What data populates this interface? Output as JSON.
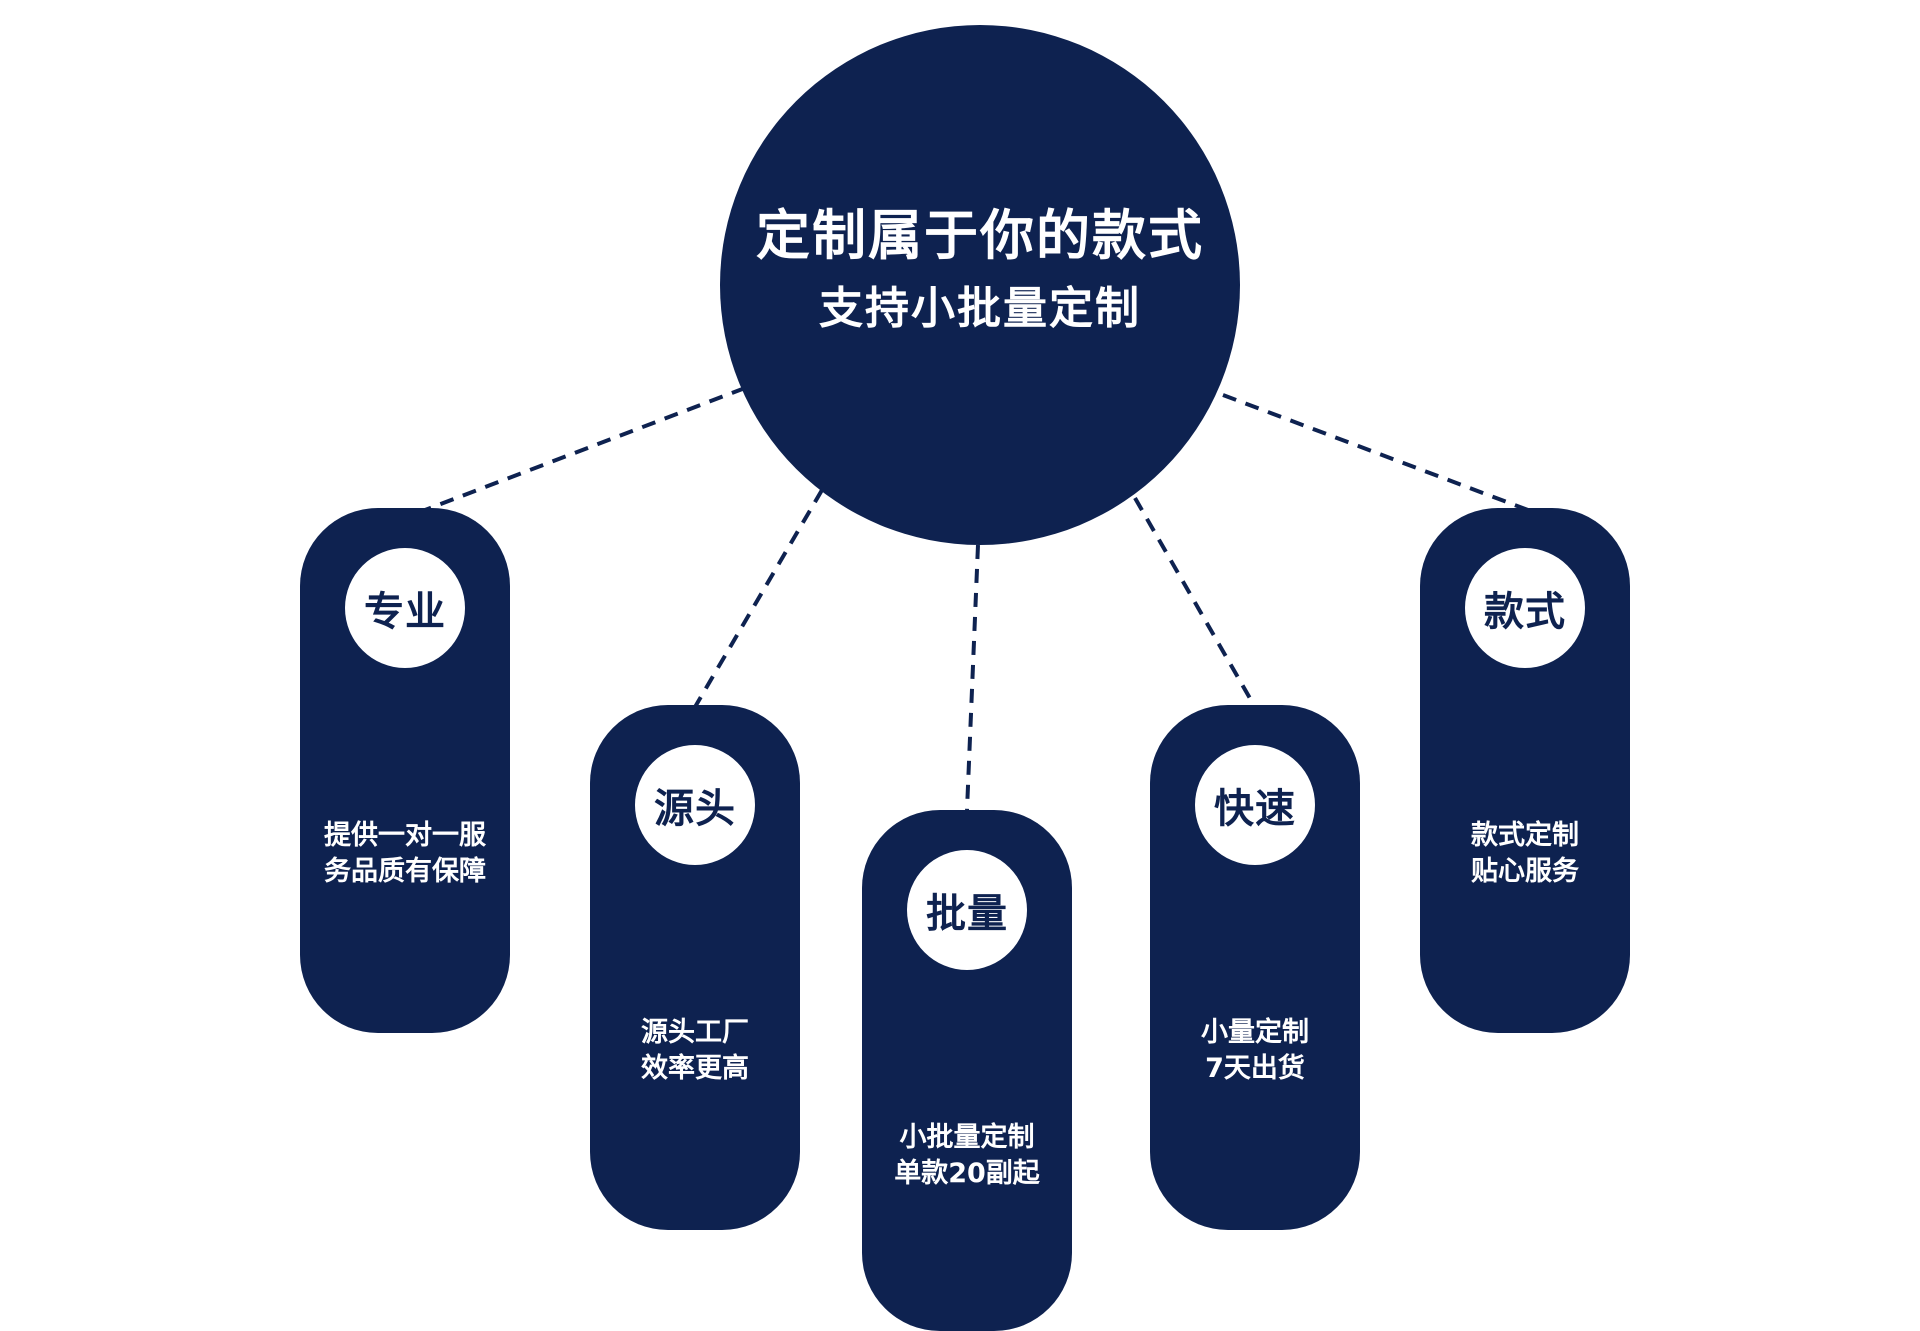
{
  "center": {
    "title": "定制属于你的款式",
    "subtitle": "支持小批量定制"
  },
  "cards": [
    {
      "label": "专业",
      "lines": [
        "提供一对一服",
        "务品质有保障"
      ]
    },
    {
      "label": "源头",
      "lines": [
        "源头工厂",
        "效率更高"
      ]
    },
    {
      "label": "批量",
      "lines": [
        "小批量定制",
        "单款20副起"
      ]
    },
    {
      "label": "快速",
      "lines": [
        "小量定制",
        "7天出货"
      ]
    },
    {
      "label": "款式",
      "lines": [
        "款式定制",
        "贴心服务"
      ]
    }
  ],
  "colors": {
    "primary": "#0e2250",
    "background": "#ffffff",
    "badge": "#ffffff"
  }
}
